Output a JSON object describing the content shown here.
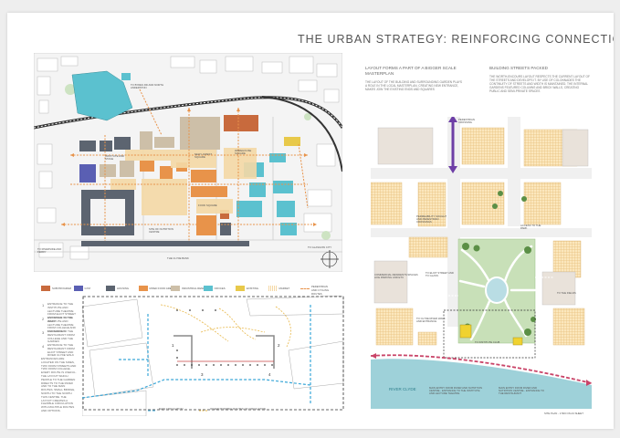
{
  "title": "THE URBAN STRATEGY: REINFORCING CONNECTIONS",
  "left_map": {
    "labels": {
      "to_byres": "TO BYRES RD AND NORTH ANDERSTON",
      "institute": "INSTITUTE AND STAGE",
      "new_lowest": "NEW LOWEST SQUARE",
      "warehouse": "WAREHOUSE SQUARE",
      "food_square": "FOOD SQUARE",
      "site": "SITE OF NUTRITION CENTRE",
      "clyde": "THE CLYDE BANK",
      "to_ferry": "TO RIVERSIDE AND FERRY",
      "to_glasgow": "TO GLASGOW CITY"
    }
  },
  "legend": [
    {
      "label": "SUB PROGRAM",
      "color": "#c86a3d"
    },
    {
      "label": "GYM",
      "color": "#5a5fb3"
    },
    {
      "label": "HOUSING",
      "color": "#5c6470"
    },
    {
      "label": "MIXED FOOD AREA",
      "color": "#e8934a"
    },
    {
      "label": "INDUSTRIAL RENEWAL",
      "color": "#cdbfa8"
    },
    {
      "label": "OFFICES",
      "color": "#5bc1cf"
    },
    {
      "label": "EXISTING",
      "color": "#e8c94a"
    },
    {
      "label": "MARKET",
      "color": "#f5d9a6"
    },
    {
      "label": "PEDESTRIAN AND CYCLING ROUTES",
      "color": "#e8934a"
    }
  ],
  "notes": [
    {
      "num": "1",
      "text": "ENTRANCE TO THE INSTITUTE AND LECTURE THEATRE FROM ELIOT STREET AND RIVER CLYDE WALK"
    },
    {
      "num": "2",
      "text": "ENTRANCE TO THE INSTITUTE AND LECTURE THEATRE FROM COLLEGE AND THE GARDEN"
    },
    {
      "num": "3",
      "text": "ENTRANCE TO THE RESTAURANT FROM COLLEGE AND THE GARDEN"
    },
    {
      "num": "4",
      "text": "ENTRANCE TO THE RESTAURANT FROM ELIOT STREET AND RIVER CLYDE WALK"
    }
  ],
  "notes_summary": "ENTRANCES ARE LOCATED ON THE SIDES, TWO FROM STREETS AND TWO FROM COLLEGE, EVERY ROUTE IS USEFUL. THE LAYOUT WHICH PEOPLE TO THE GARDEN DIRECTS TO THE RIVER AND TO THE MAIN ROUTES. SMALL BRIDGE, NORTH TO THE NORTH THIS CENTRE. THE LAYOUT CREATES A FLEXIBLE CIRCULATION WITH MULTIPLE ROUTES AND OPTIONS.",
  "detail_labels": {
    "main": "MAIN CIRCULATION",
    "other": "OTHER POSSIBLE ROUTES OF CIRCULATION"
  },
  "right": {
    "col1_head": "LAYOUT FORMS A PART OF A BIGGER SCALE MASTERPLAN",
    "col1_text": "THE LAYOUT OF THE BUILDING AND SURROUNDING GARDEN PLAYS A ROLE IN THE LOCAL MASTERPLAN, CREATING NEW ENTRANCE, MAKES JOIN THE EXISTING ENDS AND SQUARES",
    "col2_head": "BUILDING STREETS PACKED",
    "col2_text": "THE WORTH-ENCOURS LAYOUT RESPECTS THE CURRENT LAYOUT OF THE STREETS AND DEVELOPS IT. BY USE OF COLONNADES THE CONTINUITY OF STREETS AND WIDTH IS MAINTAINED. THE INTERNAL GARDENS FEATURED COLUMNS AND BRICK WALLS, CREATING PUBLIC AND SEMI-PRIVATE SPACES",
    "labels": {
      "pedestrian_crossing": "PEDESTRIAN CROSSING",
      "permeability": "PERMEABILITY SOUGHT AND PEDESTRIAN CROSSINGS",
      "access": "ACCESS TO THE PARK",
      "commercial": "COMMERCIAL RESIDENTS SPACES LIKE PARKING AND ETC",
      "to_eliot": "TO ELIOT STREET AND TO GLASS",
      "to_fields": "TO THE FIELDS",
      "to_the_river": "TO CLYDE RIVER WALK AND ENTRANCE",
      "to_institute": "TO INSTITUTE CLUB",
      "river": "RIVER CLYDE",
      "bottom1": "MAIN ENTRY FROM RIVER AND NUTRITION CENTRE - ENTRANCE TO THE INSTITUTE AND LECTURE THEATRE",
      "bottom2": "MAIN ENTRY FROM RIVER AND NUTRITION CENTRE - ENTRANCE TO THE RESTAURANT",
      "scale": "SITE PLAN - 1:500 ON A3 SHEET"
    }
  }
}
